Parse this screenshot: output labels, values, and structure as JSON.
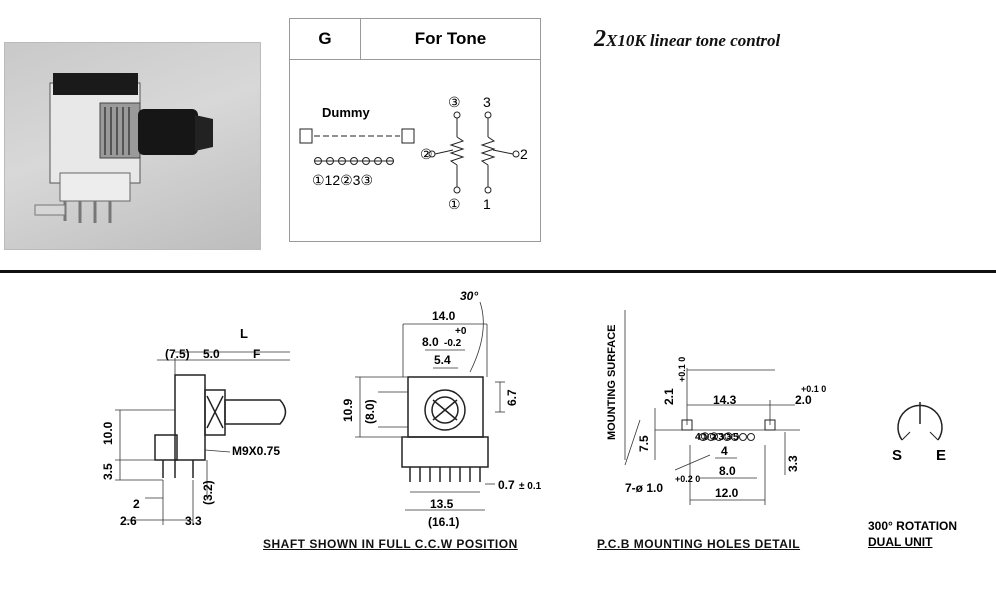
{
  "schematic": {
    "header_code": "G",
    "header_use": "For Tone",
    "dummy_label": "Dummy",
    "pin_row_labels": "①12②3③",
    "pot_left_pins": [
      "③",
      "②",
      "①"
    ],
    "pot_right_pins": [
      "3",
      "2",
      "1"
    ]
  },
  "headline": {
    "prefix": "2",
    "rest": "X10K linear  tone control"
  },
  "side_view": {
    "dim_L": "L",
    "dim_7_5": "(7.5)",
    "dim_5_0": "5.0",
    "dim_F": "F",
    "dim_10_0": "10.0",
    "dim_3_5": "3.5",
    "dim_2": "2",
    "dim_2_6": "2.6",
    "dim_3_3": "3.3",
    "dim_3_2": "(3.2)",
    "thread_label": "M9X0.75"
  },
  "front_view": {
    "angle": "30°",
    "dim_14_0": "14.0",
    "tol_plus": "+0",
    "dim_8_0": "8.0",
    "tol_minus": "-0.2",
    "dim_5_4": "5.4",
    "dim_10_9": "10.9",
    "dim_8_0_paren": "(8.0)",
    "dim_6_7": "6.7",
    "dim_0_7": "0.7",
    "tol_0_1": "± 0.1",
    "dim_13_5": "13.5",
    "dim_16_1": "(16.1)",
    "caption": "SHAFT  SHOWN  IN  FULL  C.C.W  POSITION"
  },
  "pcb_view": {
    "mounting_surface": "MOUNTING SURFACE",
    "dim_2_1": "2.1",
    "tol_2_1": "+0.1\n0",
    "dim_14_3": "14.3",
    "dim_2_0": "2.0",
    "tol_2_0": "+0.1\n0",
    "dim_7_5": "7.5",
    "holes": "7-ø 1.0",
    "holes_tol": "+0.2\n0",
    "pin_labels": "4①②3③5",
    "dim_4": "4",
    "dim_8_0": "8.0",
    "dim_12_0": "12.0",
    "dim_3_3": "3.3",
    "caption": "P.C.B  MOUNTING  HOLES  DETAIL"
  },
  "rotation": {
    "label_S": "S",
    "label_E": "E",
    "line1": "300°  ROTATION",
    "line2": "DUAL  UNIT"
  }
}
